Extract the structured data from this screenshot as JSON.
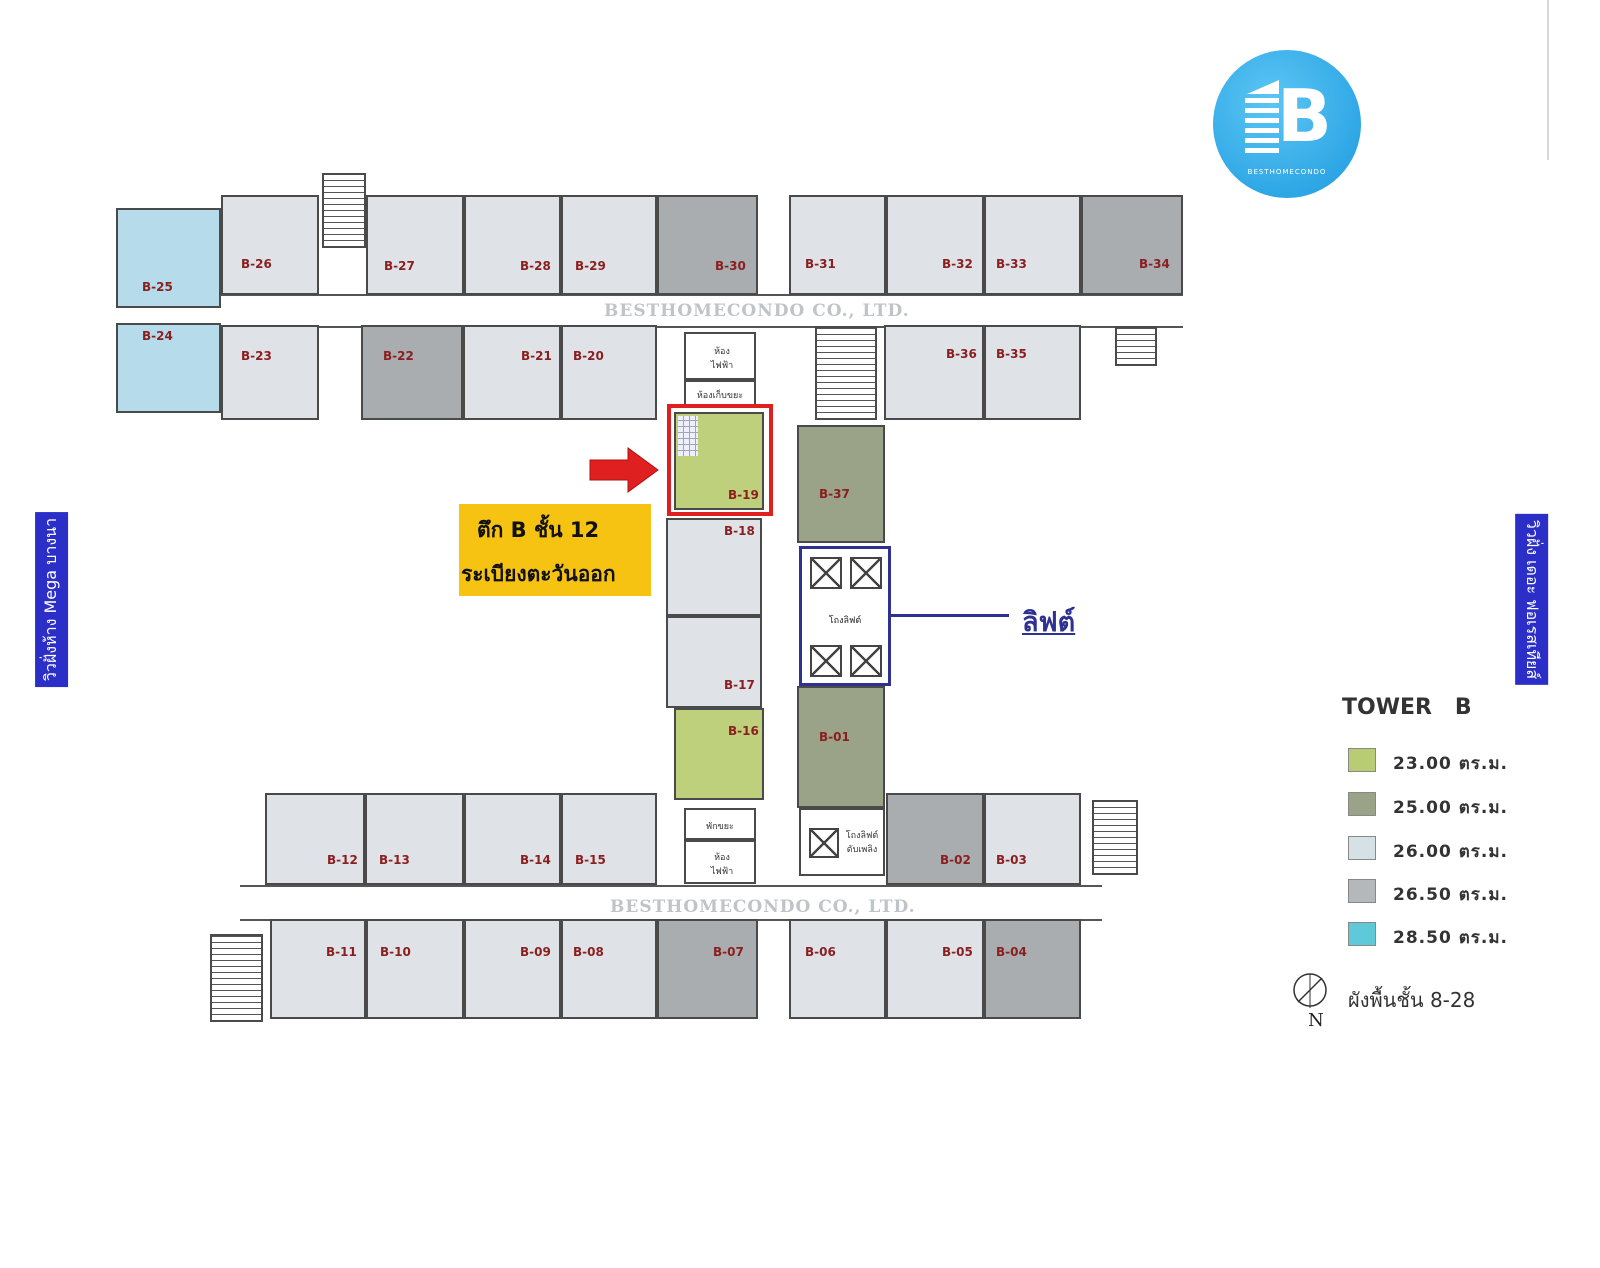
{
  "watermark": "BESTHOMECONDO CO., LTD.",
  "logo": {
    "letter": "B",
    "text": "BESTHOMECONDO",
    "color": "#2aa7e6"
  },
  "side_labels": {
    "left": "วิวฝั่งห้าง Mega บางนา",
    "right": "วิวฝั่ง เดอะ ฟอเรสเทียส์"
  },
  "callout": {
    "line1": "ตึก B ชั้น 12",
    "line2": "ระเบียงตะวันออก",
    "bg": "#f7c312",
    "highlight": "#e02020",
    "arrow": "#e02020"
  },
  "lift_label": "ลิฟต์",
  "lift_color": "#2e3192",
  "legend": {
    "title": "TOWER   B",
    "items": [
      {
        "label": "23.00  ตร.ม.",
        "color": "#b8cc74"
      },
      {
        "label": "25.00  ตร.ม.",
        "color": "#9aa388"
      },
      {
        "label": "26.00  ตร.ม.",
        "color": "#d6e1e5"
      },
      {
        "label": "26.50  ตร.ม.",
        "color": "#b4b8bb"
      },
      {
        "label": "28.50  ตร.ม.",
        "color": "#5ec9d8"
      }
    ],
    "floors": "ผังพื้นชั้น 8-28",
    "north": "N"
  },
  "service_labels": {
    "elec1": "ห้องไฟฟ้า",
    "garbage": "ห้องเก็บขยะ",
    "lobby": "โถงลิฟต์",
    "trash": "พักขยะ",
    "elec2": "ห้องไฟฟ้า",
    "fire_lobby": "โถงลิฟต์ดับเพลิง"
  },
  "units": [
    {
      "id": "B-25",
      "color": "#b6dbea"
    },
    {
      "id": "B-24",
      "color": "#b6dbea"
    },
    {
      "id": "B-26",
      "color": "#dfe3e8"
    },
    {
      "id": "B-23",
      "color": "#dfe3e8"
    },
    {
      "id": "B-27",
      "color": "#dfe3e8"
    },
    {
      "id": "B-28",
      "color": "#dfe3e8"
    },
    {
      "id": "B-29",
      "color": "#dfe3e8"
    },
    {
      "id": "B-30",
      "color": "#a9adb0"
    },
    {
      "id": "B-22",
      "color": "#a9adb0"
    },
    {
      "id": "B-21",
      "color": "#dfe3e8"
    },
    {
      "id": "B-20",
      "color": "#dfe3e8"
    },
    {
      "id": "B-31",
      "color": "#dfe3e8"
    },
    {
      "id": "B-32",
      "color": "#dfe3e8"
    },
    {
      "id": "B-33",
      "color": "#dfe3e8"
    },
    {
      "id": "B-34",
      "color": "#a9adb0"
    },
    {
      "id": "B-36",
      "color": "#dfe3e8"
    },
    {
      "id": "B-35",
      "color": "#dfe3e8"
    },
    {
      "id": "B-19",
      "color": "#bed07b"
    },
    {
      "id": "B-18",
      "color": "#dfe3e8"
    },
    {
      "id": "B-17",
      "color": "#dfe3e8"
    },
    {
      "id": "B-16",
      "color": "#bed07b"
    },
    {
      "id": "B-37",
      "color": "#9aa388"
    },
    {
      "id": "B-01",
      "color": "#9aa388"
    },
    {
      "id": "B-12",
      "color": "#dfe3e8"
    },
    {
      "id": "B-13",
      "color": "#dfe3e8"
    },
    {
      "id": "B-14",
      "color": "#dfe3e8"
    },
    {
      "id": "B-15",
      "color": "#dfe3e8"
    },
    {
      "id": "B-02",
      "color": "#a9adb0"
    },
    {
      "id": "B-03",
      "color": "#dfe3e8"
    },
    {
      "id": "B-11",
      "color": "#dfe3e8"
    },
    {
      "id": "B-10",
      "color": "#dfe3e8"
    },
    {
      "id": "B-09",
      "color": "#dfe3e8"
    },
    {
      "id": "B-08",
      "color": "#dfe3e8"
    },
    {
      "id": "B-07",
      "color": "#a9adb0"
    },
    {
      "id": "B-06",
      "color": "#dfe3e8"
    },
    {
      "id": "B-05",
      "color": "#dfe3e8"
    },
    {
      "id": "B-04",
      "color": "#a9adb0"
    }
  ]
}
